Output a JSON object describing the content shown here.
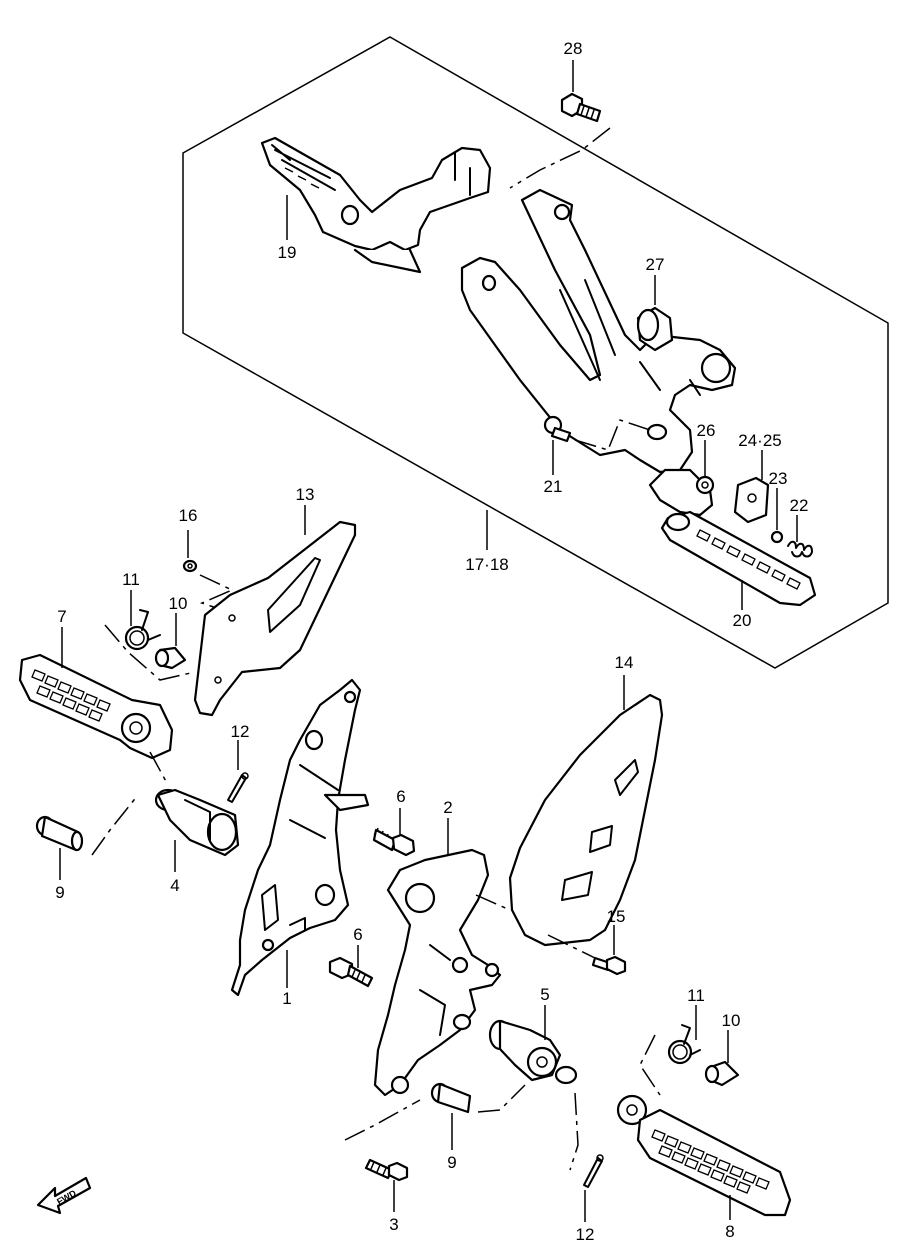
{
  "callouts": {
    "c1": "1",
    "c2": "2",
    "c3": "3",
    "c4": "4",
    "c5": "5",
    "c6a": "6",
    "c6b": "6",
    "c7": "7",
    "c8": "8",
    "c9a": "9",
    "c9b": "9",
    "c10a": "10",
    "c10b": "10",
    "c11a": "11",
    "c11b": "11",
    "c12a": "12",
    "c12b": "12",
    "c13": "13",
    "c14": "14",
    "c15": "15",
    "c16": "16",
    "c17_18": "17·18",
    "c19": "19",
    "c20": "20",
    "c21": "21",
    "c22": "22",
    "c23": "23",
    "c24_25": "24·25",
    "c26": "26",
    "c27": "27",
    "c28": "28"
  },
  "fwd_label": "FWD",
  "icons": {
    "fwd": "forward-arrow-icon"
  }
}
